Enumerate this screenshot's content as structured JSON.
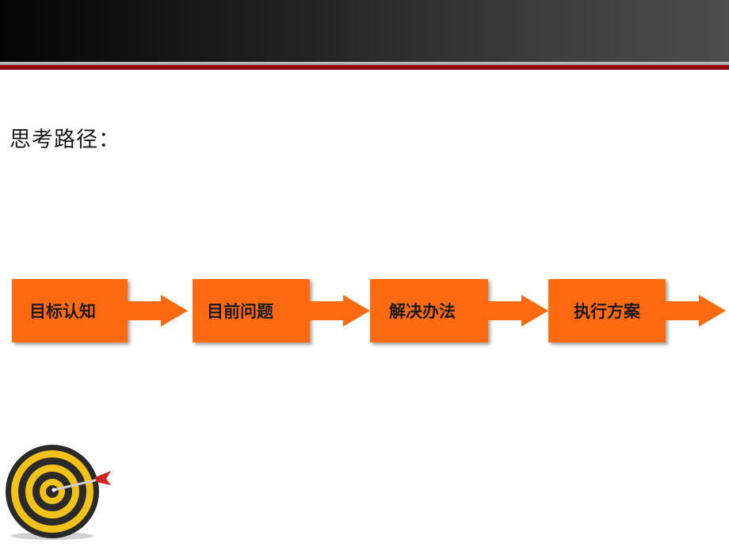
{
  "header": {
    "bar_color": "#1e1e1e",
    "stripe_color": "#a01212"
  },
  "title": "思考路径：",
  "steps": [
    {
      "label": "目标认知"
    },
    {
      "label": "目前问题"
    },
    {
      "label": "解决办法"
    },
    {
      "label": "执行方案"
    }
  ],
  "colors": {
    "step_fill": "#ff6a10",
    "arrow_fill": "#ff6a10",
    "text": "#1a1a1a"
  },
  "decoration": {
    "icon": "dartboard-target-icon"
  }
}
